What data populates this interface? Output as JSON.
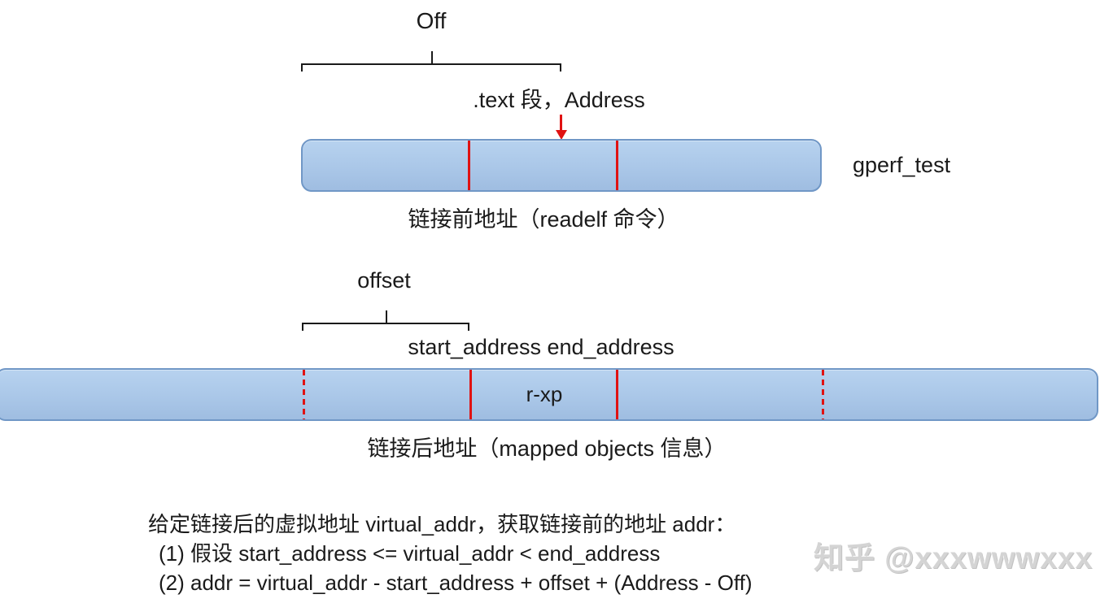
{
  "colors": {
    "ink": "#1a1a1a",
    "marker_red": "#e01212",
    "bar_border": "#7097c6",
    "bar_fill_top": "#b7d2ef",
    "bar_fill_mid": "#aac7e8",
    "bar_fill_bottom": "#9fbde1",
    "watermark_color": "#d4d4d4"
  },
  "prelink": {
    "off_label": "Off",
    "segment_label": ".text 段，Address",
    "bar_name": "gperf_test",
    "caption": "链接前地址（readelf 命令）"
  },
  "postlink": {
    "offset_label": "offset",
    "range_label": "start_address end_address",
    "permission_label": "r-xp",
    "caption": "链接后地址（mapped objects 信息）"
  },
  "notes": {
    "intro": "给定链接后的虚拟地址 virtual_addr，获取链接前的地址 addr：",
    "steps": [
      "(1) 假设 start_address <= virtual_addr < end_address",
      "(2) addr = virtual_addr - start_address + offset + (Address - Off)"
    ]
  },
  "watermark": "知乎 @xxxwwwxxx"
}
